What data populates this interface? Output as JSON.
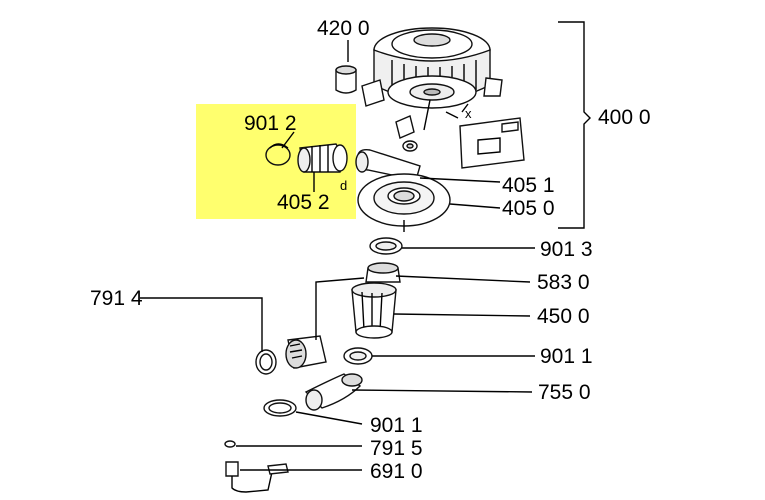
{
  "diagram": {
    "highlight_color": "#ffff6e",
    "labels": {
      "l4200": "420 0",
      "l4000": "400 0",
      "l9012": "901 2",
      "l4052": "405 2",
      "l4051": "405 1",
      "l4050": "405 0",
      "l9013": "901 3",
      "l5830": "583 0",
      "l4500": "450 0",
      "l9011a": "901 1",
      "l7550": "755 0",
      "l9011b": "901 1",
      "l7914": "791 4",
      "l7915": "791 5",
      "l6910": "691 0"
    },
    "small_labels": {
      "d": "d",
      "x": "x"
    }
  }
}
